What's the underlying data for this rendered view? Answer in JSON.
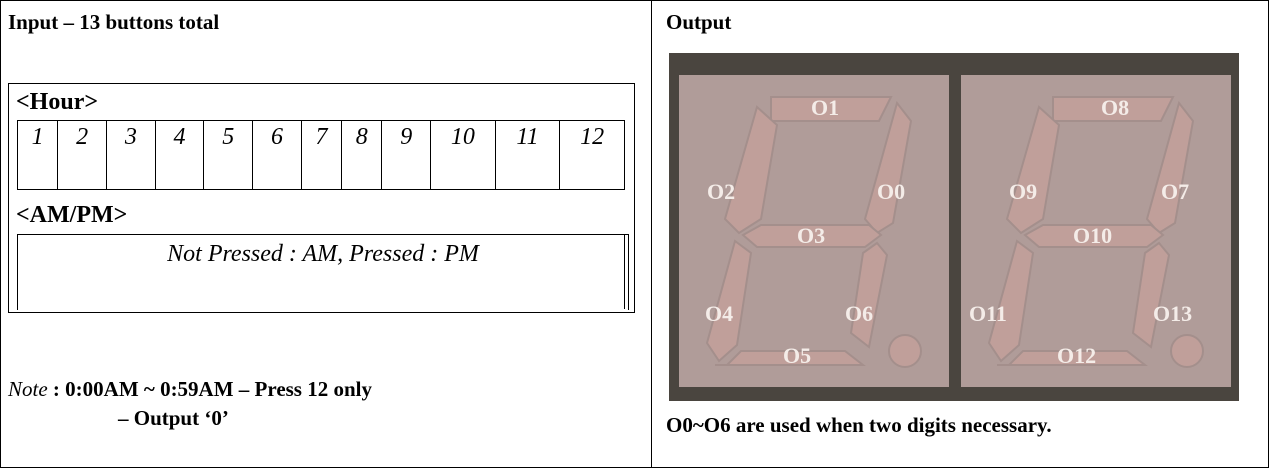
{
  "input": {
    "heading": "Input – 13 buttons total",
    "hour_label": "<Hour>",
    "hours": [
      "1",
      "2",
      "3",
      "4",
      "5",
      "6",
      "7",
      "8",
      "9",
      "10",
      "11",
      "12"
    ],
    "ampm_label": "<AM/PM>",
    "ampm_text": "Not Pressed : AM, Pressed : PM",
    "note_word": "Note",
    "note_line1": " : 0:00AM ~ 0:59AM – Press 12 only",
    "note_line2": "– Output ‘0’"
  },
  "output": {
    "heading": "Output",
    "digit1_segments": [
      "O0",
      "O1",
      "O2",
      "O3",
      "O4",
      "O5",
      "O6"
    ],
    "digit2_segments": [
      "O7",
      "O8",
      "O9",
      "O10",
      "O11",
      "O12",
      "O13"
    ],
    "footer": "O0~O6 are used when two digits necessary."
  },
  "colors": {
    "display_bg": "#4a453f",
    "digit_face": "#b09c99",
    "segment": "#c09f9a",
    "label_text": "#f4ece8"
  }
}
